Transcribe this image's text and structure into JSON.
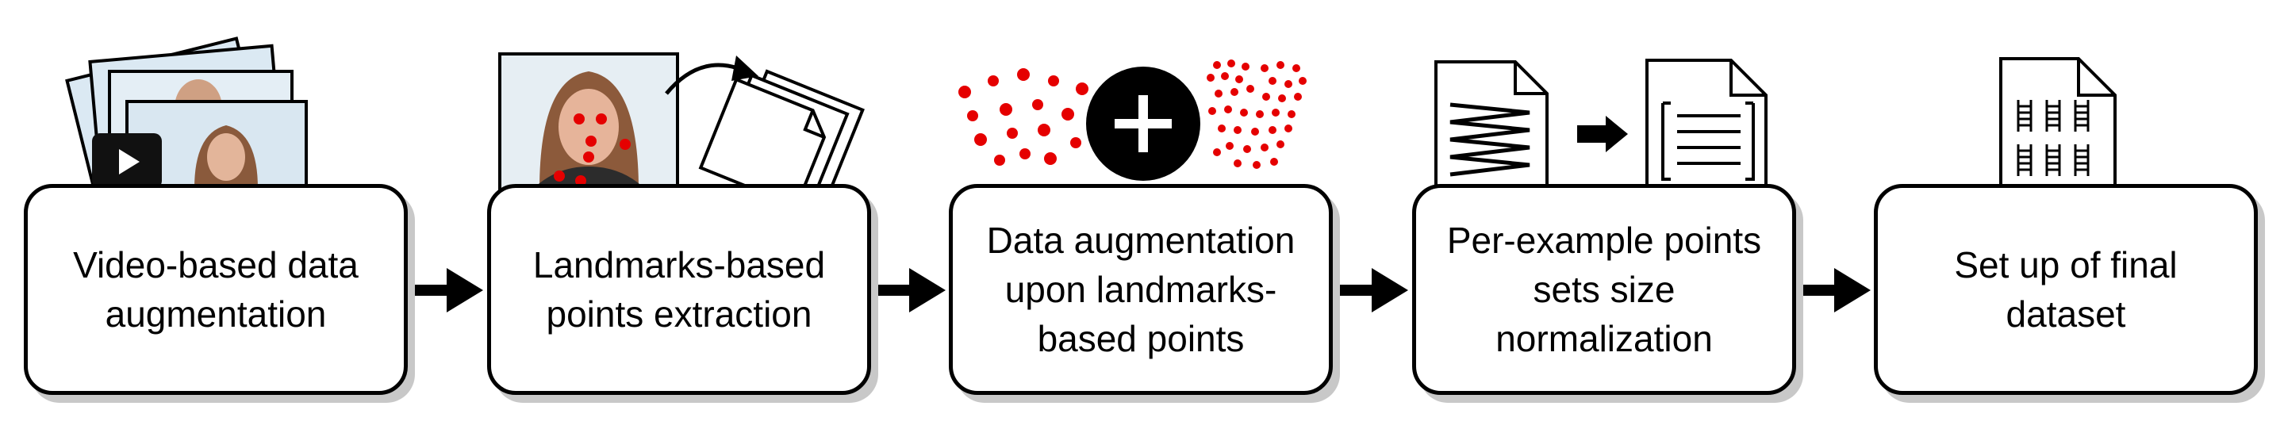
{
  "steps": [
    {
      "label": "Video-based data augmentation"
    },
    {
      "label": "Landmarks-based points extraction"
    },
    {
      "label": "Data augmentation upon landmarks-based points"
    },
    {
      "label": "Per-example points sets size normalization"
    },
    {
      "label": "Set up of final dataset"
    }
  ],
  "icons": {
    "step1": "video-frames-icon",
    "step2": "face-landmarks-icon",
    "step3": "points-augmentation-icon",
    "step4": "size-normalization-icon",
    "step5": "dataset-document-icon"
  },
  "colors": {
    "stroke": "#000000",
    "shadow": "#c8c8c8",
    "landmark_red": "#e50000",
    "photo_frame": "#dbe9f3"
  }
}
